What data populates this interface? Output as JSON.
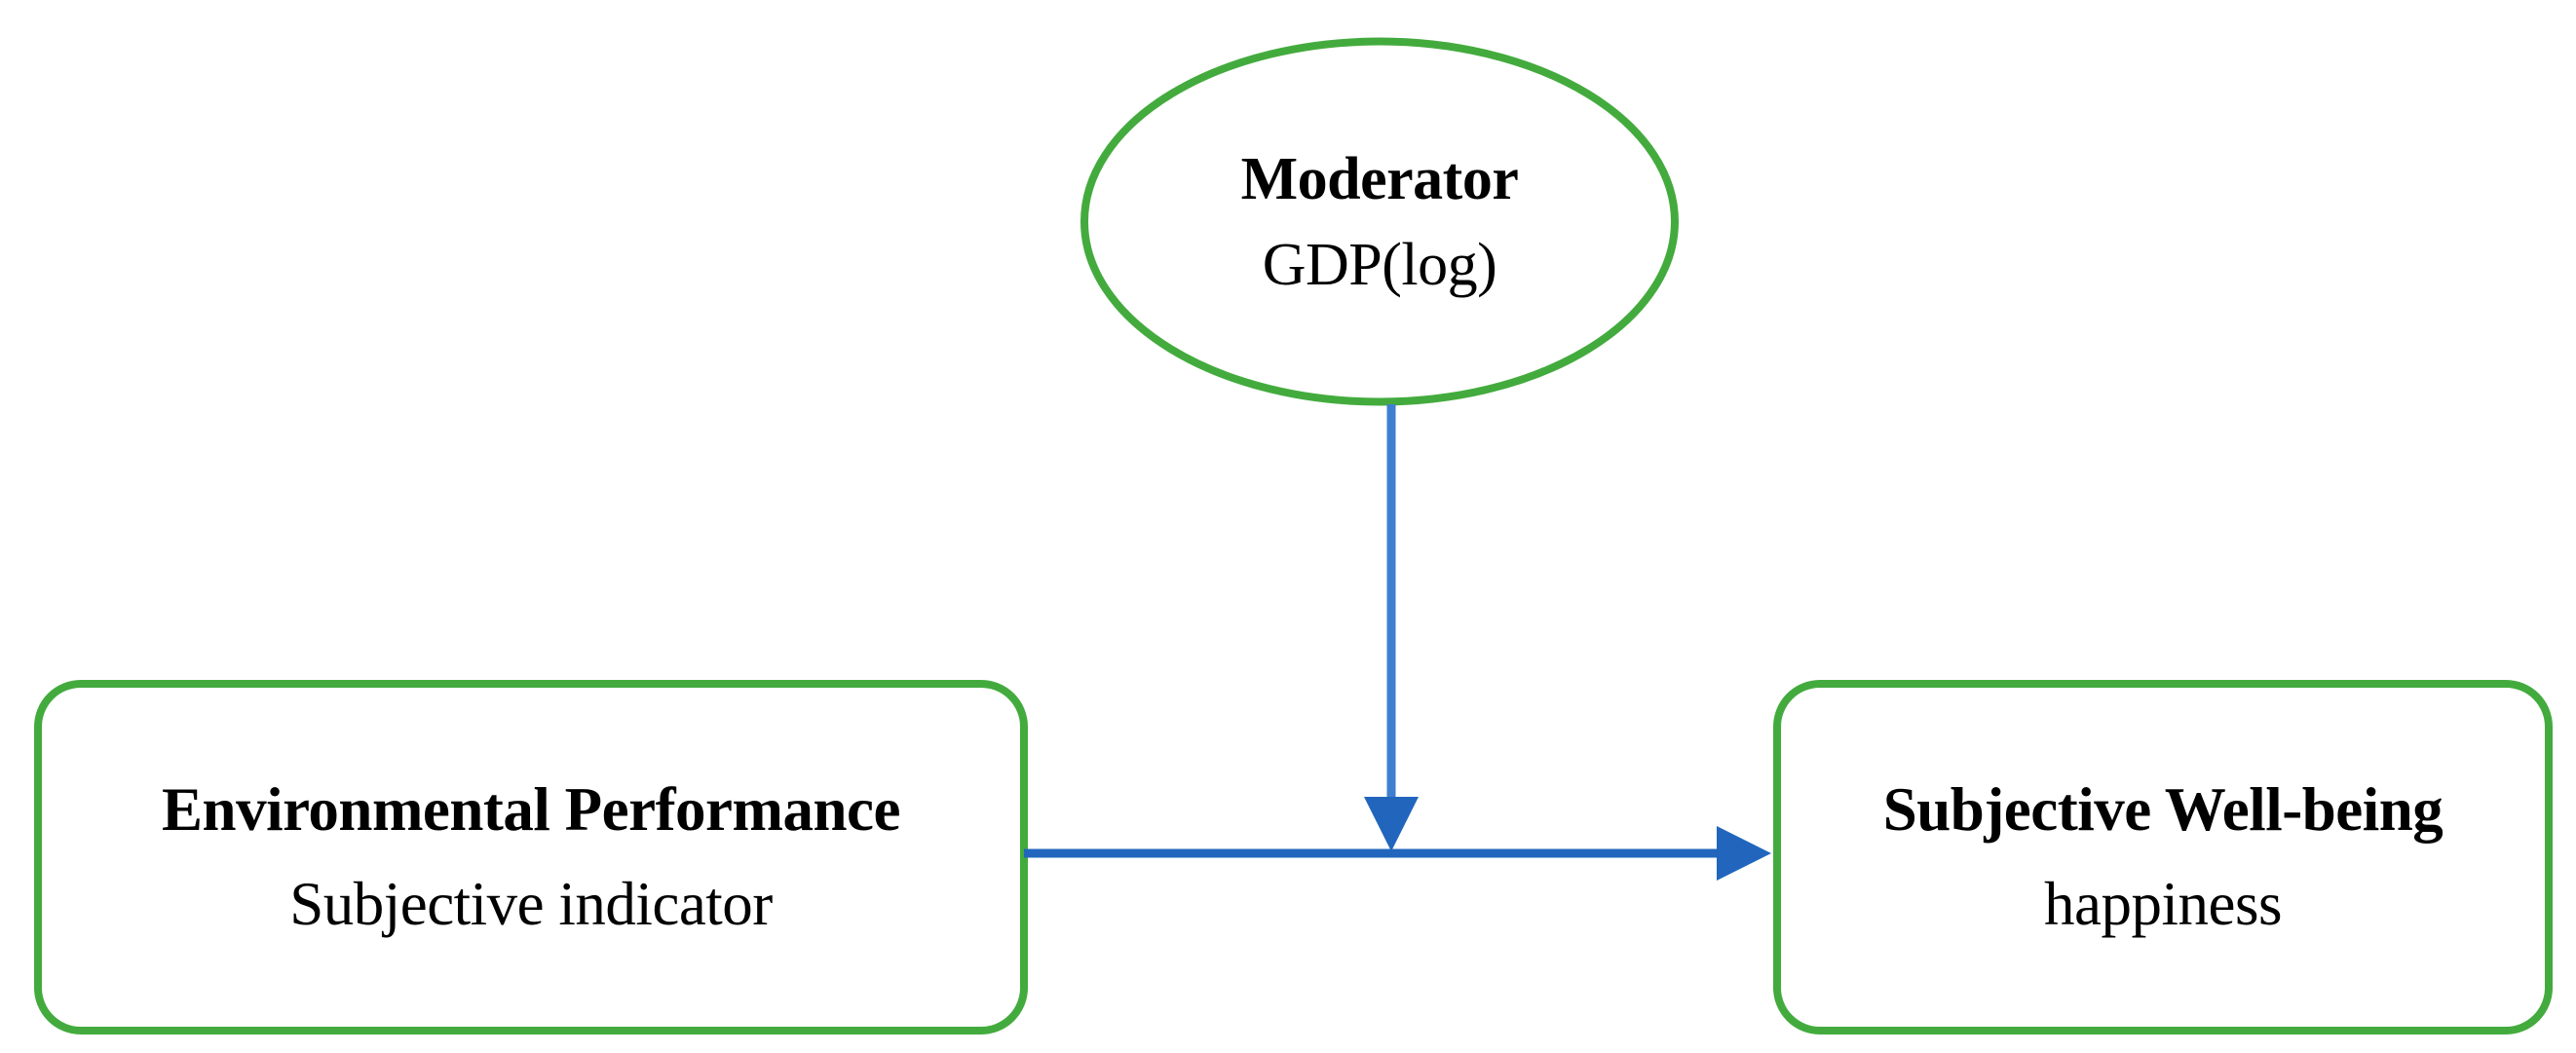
{
  "diagram": {
    "type": "moderation-model",
    "background_color": "#ffffff",
    "shape_border_color": "#43ab3d",
    "arrow_color": "#2166bc",
    "text_color": "#000000",
    "nodes": [
      {
        "id": "moderator",
        "shape": "ellipse",
        "title": "Moderator",
        "subtitle": "GDP(log)"
      },
      {
        "id": "predictor",
        "shape": "rounded-rectangle",
        "title": "Environmental Performance",
        "subtitle": "Subjective indicator"
      },
      {
        "id": "outcome",
        "shape": "rounded-rectangle",
        "title": "Subjective Well-being",
        "subtitle": "happiness"
      }
    ],
    "arrows": [
      {
        "id": "moderation-path",
        "from": "moderator",
        "to": "main-path",
        "direction": "down"
      },
      {
        "id": "main-path",
        "from": "predictor",
        "to": "outcome",
        "direction": "right"
      }
    ]
  }
}
